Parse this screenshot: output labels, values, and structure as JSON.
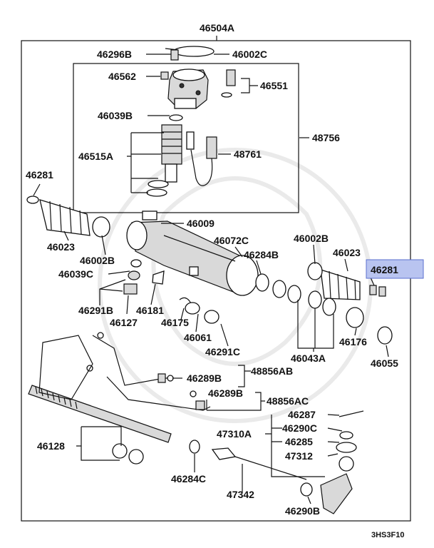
{
  "diagram": {
    "code": "3HS3F10",
    "highlight_color": "#b9c4f0",
    "highlighted_part": "46281",
    "labels": {
      "l46504A": "46504A",
      "l46296B": "46296B",
      "l46002C": "46002C",
      "l46562": "46562",
      "l46551": "46551",
      "l46039B": "46039B",
      "l48756": "48756",
      "l46515A": "46515A",
      "l48761": "48761",
      "l46281_left": "46281",
      "l46009": "46009",
      "l46023_left": "46023",
      "l46002B_left": "46002B",
      "l46072C": "46072C",
      "l46002B_right": "46002B",
      "l46023_right": "46023",
      "l46284B": "46284B",
      "l46281_right": "46281",
      "l46039C": "46039C",
      "l46291B": "46291B",
      "l46181": "46181",
      "l46127": "46127",
      "l46175": "46175",
      "l46061": "46061",
      "l46291C": "46291C",
      "l46043A": "46043A",
      "l46176": "46176",
      "l46055": "46055",
      "l46289B_a": "46289B",
      "l48856AB": "48856AB",
      "l46289B_b": "46289B",
      "l48856AC": "48856AC",
      "l46287": "46287",
      "l46290C": "46290C",
      "l46285": "46285",
      "l47310A": "47310A",
      "l47312": "47312",
      "l46128": "46128",
      "l46284C": "46284C",
      "l47342": "47342",
      "l46290B": "46290B"
    }
  }
}
